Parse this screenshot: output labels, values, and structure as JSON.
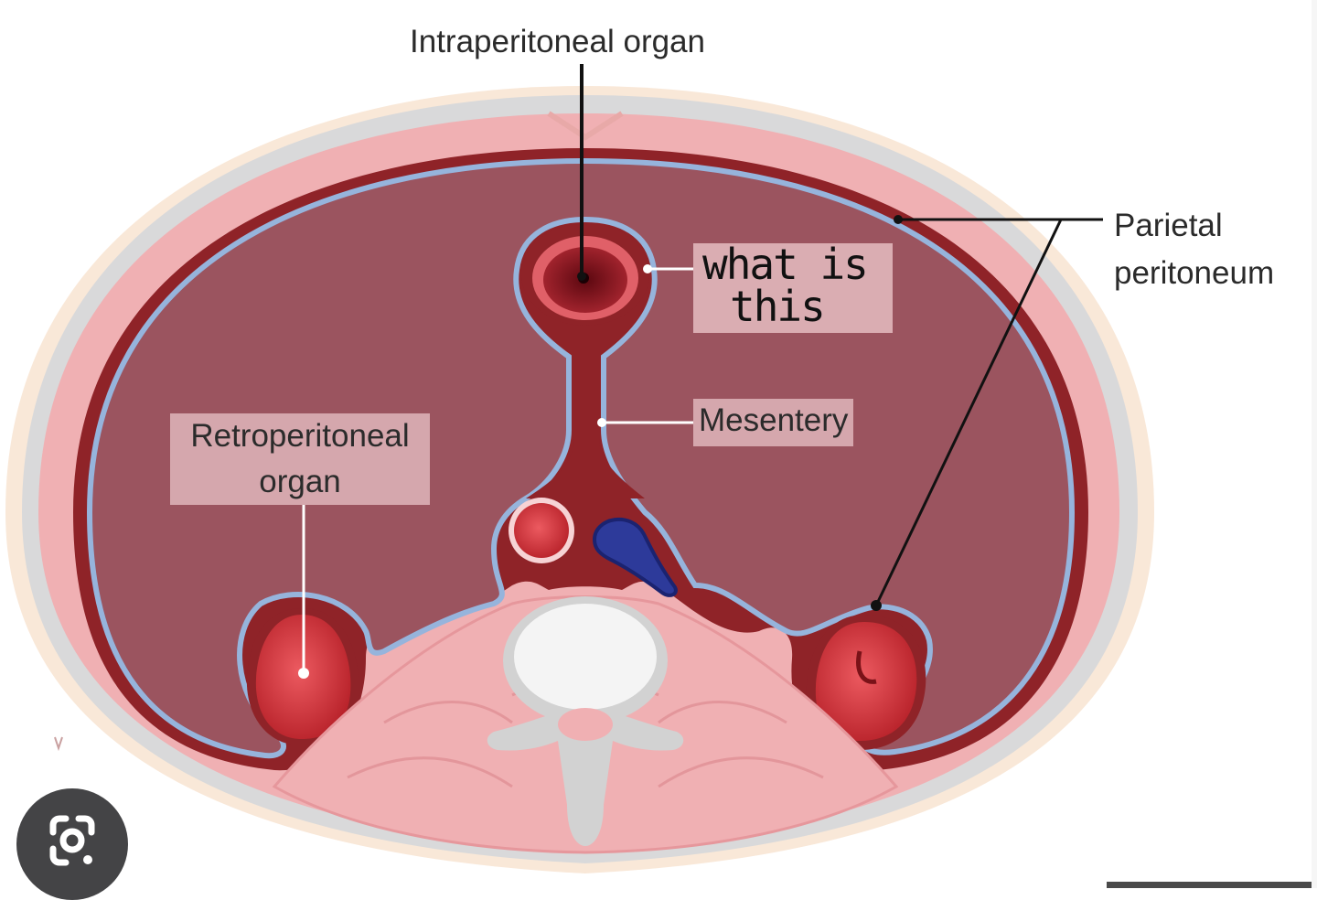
{
  "labels": {
    "intraperitoneal": "Intraperitoneal organ",
    "parietal_line1": "Parietal",
    "parietal_line2": "peritoneum",
    "mesentery": "Mesentery",
    "retro_line1": "Retroperitoneal",
    "retro_line2": "organ",
    "handwritten_line1": "what is",
    "handwritten_line2": "this"
  },
  "icons": {
    "lens": "google-lens-icon"
  },
  "colors": {
    "skin": "#f9e8d8",
    "fascia": "#d9d9da",
    "muscle": "#f0b0b3",
    "cavity": "#9b545f",
    "peritoneum": "#96b4dc",
    "organ": "#d8393f",
    "organ_dark": "#8c1a20",
    "vein": "#2d3a9a",
    "bone": "#f2f2f2",
    "bone_gray": "#d2d2d2",
    "label_box": "#e2babe"
  }
}
